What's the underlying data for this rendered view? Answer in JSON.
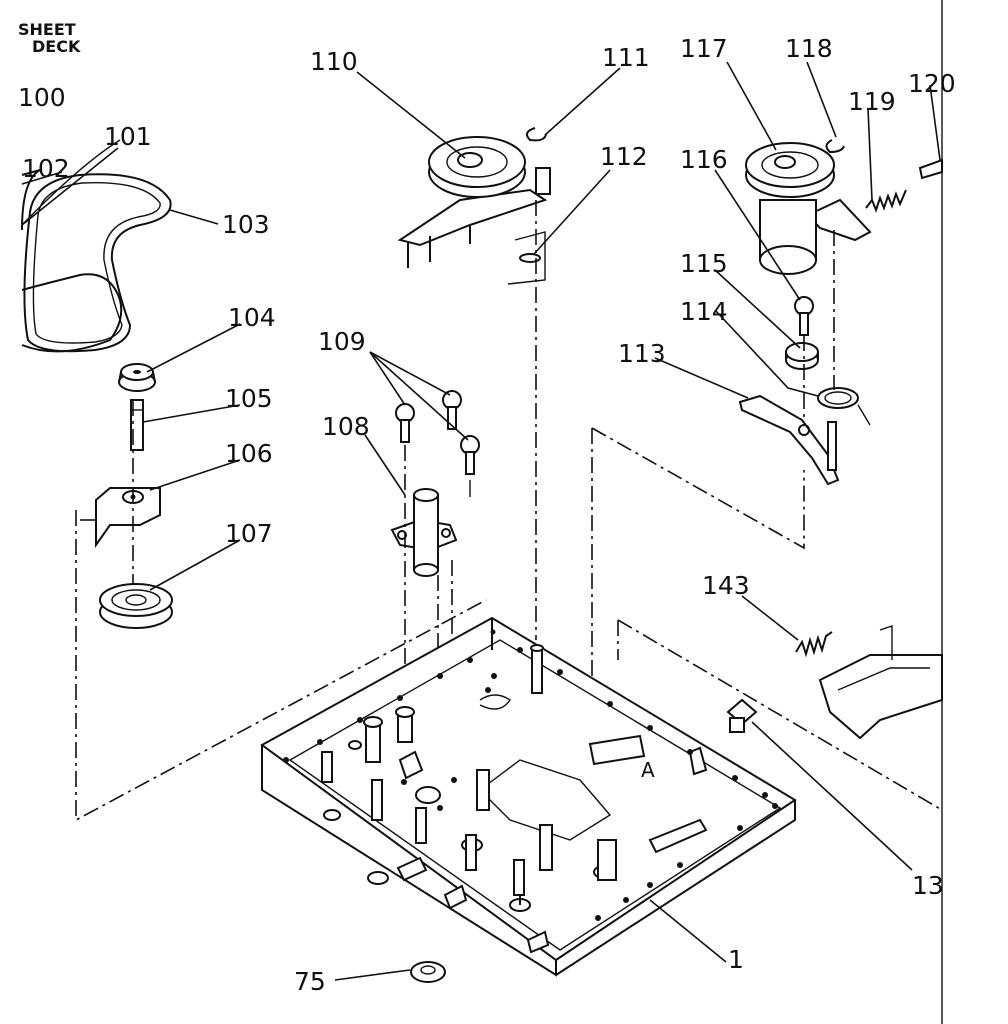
{
  "header": {
    "line1": "SHEET",
    "line2": "DECK"
  },
  "labels": {
    "p1": "1",
    "p13": "13",
    "p75": "75",
    "p100": "100",
    "p101": "101",
    "p102": "102",
    "p103": "103",
    "p104": "104",
    "p105": "105",
    "p106": "106",
    "p107": "107",
    "p108": "108",
    "p109": "109",
    "p110": "110",
    "p111": "111",
    "p112": "112",
    "p113": "113",
    "p114": "114",
    "p115": "115",
    "p116": "116",
    "p117": "117",
    "p118": "118",
    "p119": "119",
    "p120": "120",
    "p143": "143",
    "pA": "A"
  }
}
